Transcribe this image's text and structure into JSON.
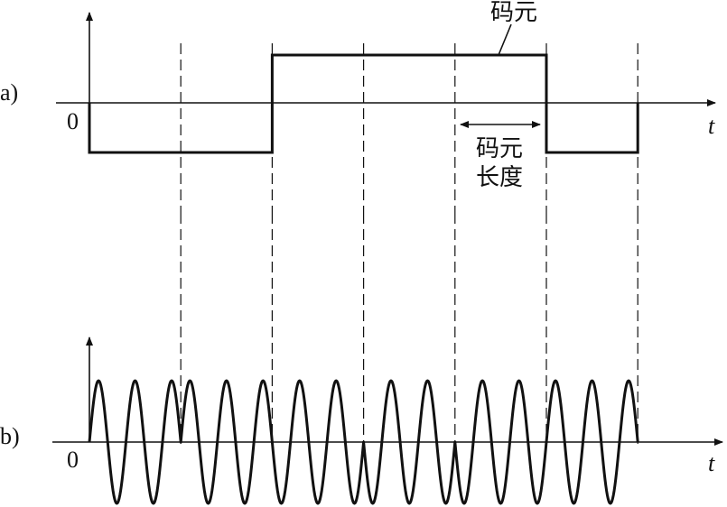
{
  "panel_a": {
    "label": "a)",
    "origin": "0",
    "axis_label": "t",
    "symbol_label": "码元",
    "length_label_line1": "码元",
    "length_label_line2": "长度",
    "bits": [
      0,
      0,
      1,
      1,
      1,
      0
    ]
  },
  "panel_b": {
    "label": "b)",
    "origin": "0",
    "axis_label": "t",
    "cycles_per_symbol": 2.5
  },
  "colors": {
    "ink": "#111111",
    "background": "#ffffff"
  }
}
